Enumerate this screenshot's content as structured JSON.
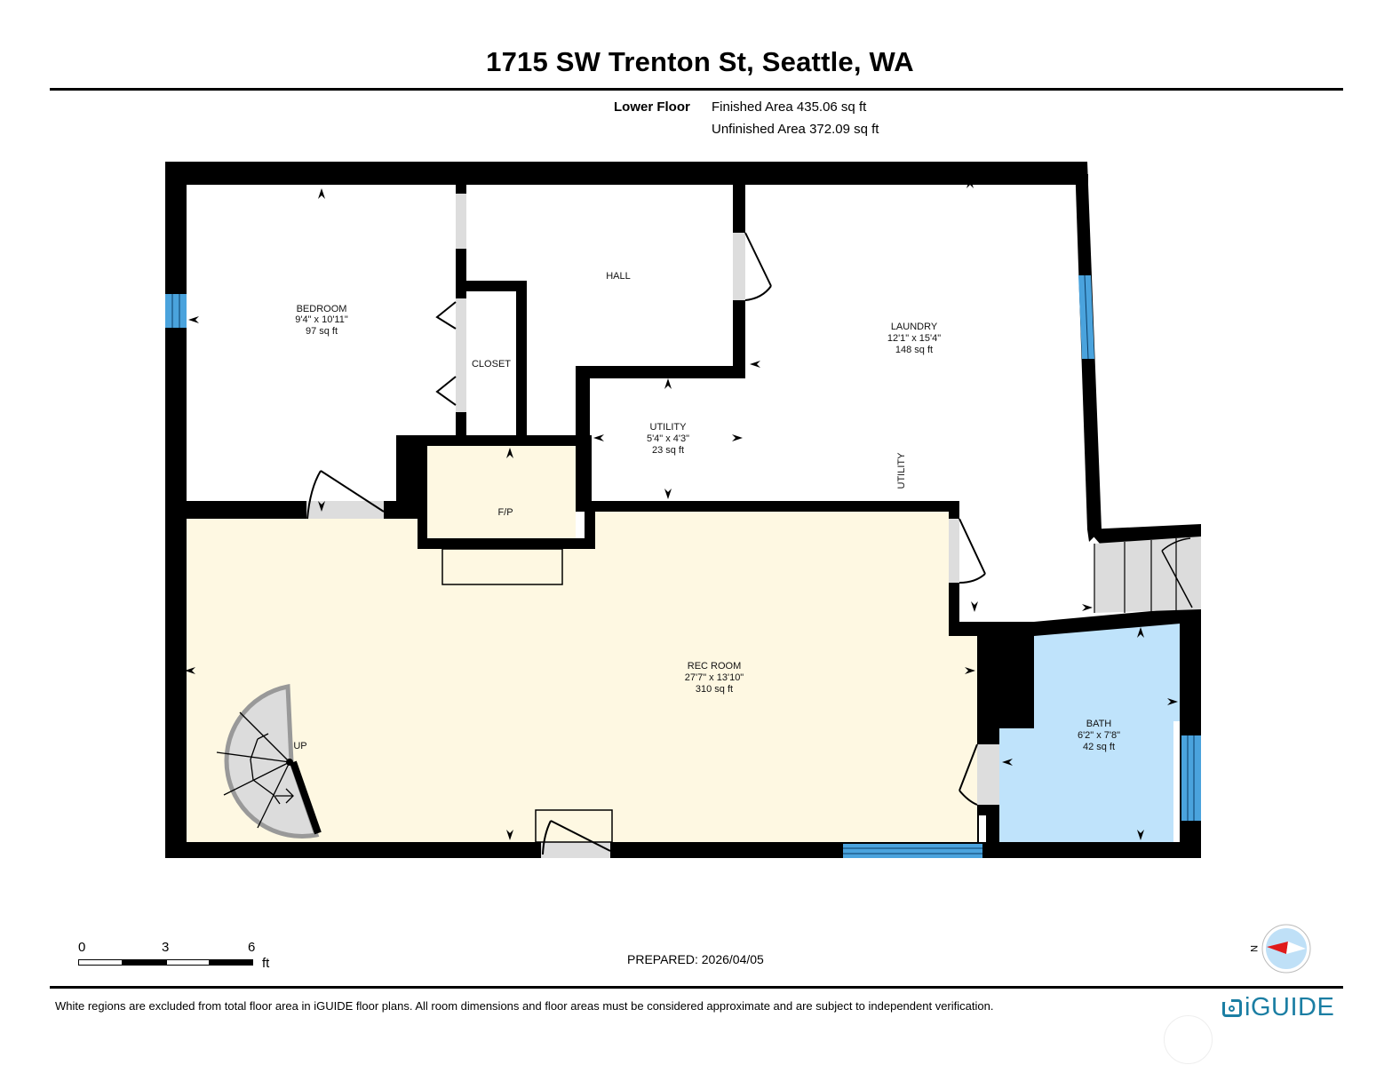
{
  "header": {
    "title": "1715 SW Trenton St, Seattle, WA",
    "floor_label": "Lower Floor",
    "finished_area": "Finished Area 435.06 sq ft",
    "unfinished_area": "Unfinished Area 372.09 sq ft"
  },
  "rooms": {
    "bedroom": {
      "name": "BEDROOM",
      "dims": "9'4\" x 10'11\"",
      "area": "97 sq ft"
    },
    "hall": {
      "name": "HALL"
    },
    "closet": {
      "name": "CLOSET"
    },
    "laundry": {
      "name": "LAUNDRY",
      "dims": "12'1\" x 15'4\"",
      "area": "148 sq ft"
    },
    "utility": {
      "name": "UTILITY",
      "dims": "5'4\" x 4'3\"",
      "area": "23 sq ft"
    },
    "utility_label": {
      "name": "UTILITY"
    },
    "fireplace": {
      "name": "F/P"
    },
    "rec_room": {
      "name": "REC ROOM",
      "dims": "27'7\" x 13'10\"",
      "area": "310 sq ft"
    },
    "bath": {
      "name": "BATH",
      "dims": "6'2\" x 7'8\"",
      "area": "42 sq ft"
    },
    "stairs": {
      "name": "UP"
    }
  },
  "colors": {
    "wall": "#000000",
    "finished_fill": "#fef8e2",
    "bath_fill": "#bfe3fb",
    "window": "#4aa3dd",
    "door_opening": "#dddddd",
    "stairs_fill": "#dcdcdc",
    "compass_red": "#e01b1b",
    "compass_bg": "#bfe0f7",
    "brand": "#1b7ea3"
  },
  "scale_bar": {
    "ticks": [
      "0",
      "3",
      "6"
    ],
    "unit": "ft"
  },
  "compass": {
    "north_label": "N"
  },
  "footer": {
    "prepared": "PREPARED: 2026/04/05",
    "disclaimer": "White regions are excluded from total floor area in iGUIDE floor plans. All room dimensions and floor areas must be considered approximate and are subject to independent verification.",
    "brand": "iGUIDE"
  }
}
